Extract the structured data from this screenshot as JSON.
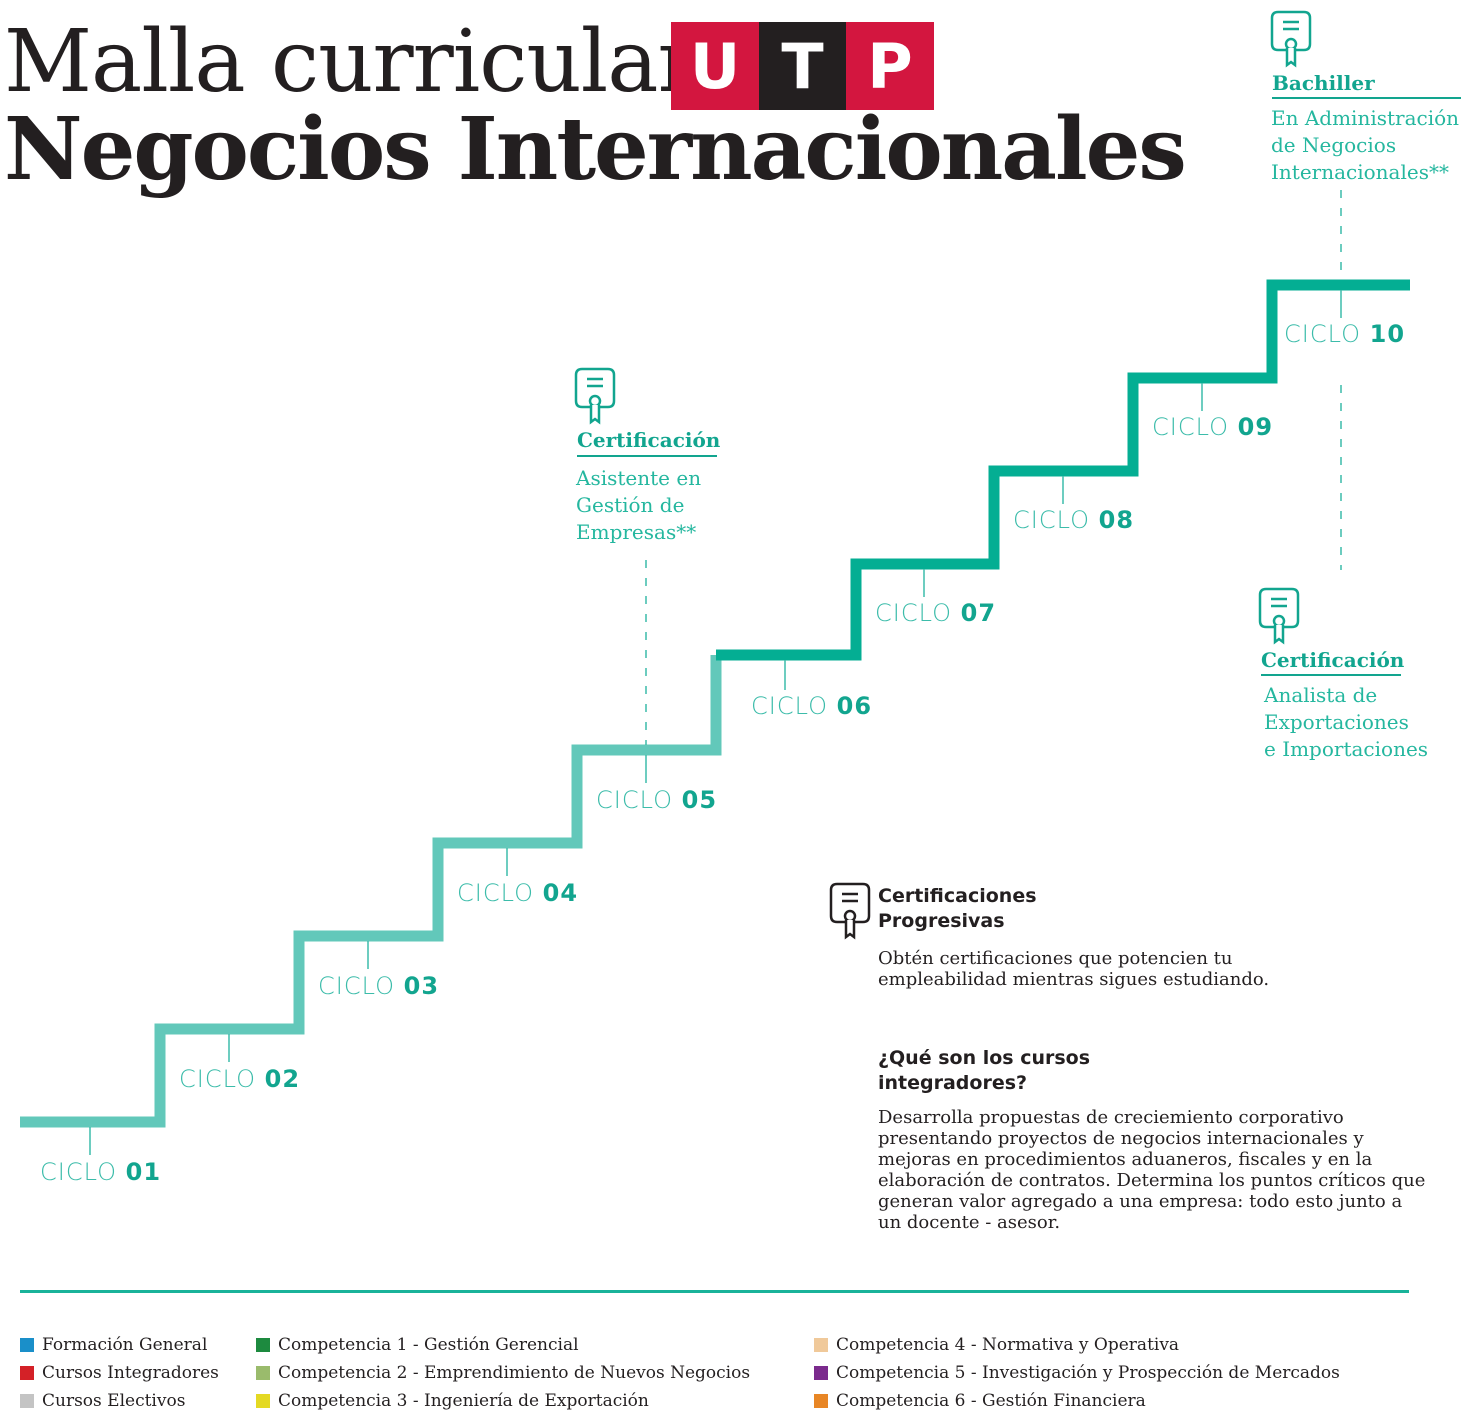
{
  "header": {
    "title_line1": "Malla curricular",
    "title_line2": "Negocios Internacionales",
    "logo_letters": [
      "U",
      "T",
      "P"
    ]
  },
  "cycles": [
    {
      "word": "CICLO",
      "num": "01"
    },
    {
      "word": "CICLO",
      "num": "02"
    },
    {
      "word": "CICLO",
      "num": "03"
    },
    {
      "word": "CICLO",
      "num": "04"
    },
    {
      "word": "CICLO",
      "num": "05"
    },
    {
      "word": "CICLO",
      "num": "06"
    },
    {
      "word": "CICLO",
      "num": "07"
    },
    {
      "word": "CICLO",
      "num": "08"
    },
    {
      "word": "CICLO",
      "num": "09"
    },
    {
      "word": "CICLO",
      "num": "10"
    }
  ],
  "certs": {
    "c5": {
      "heading": "Certificación",
      "lines": [
        "Asistente en",
        "Gestión de",
        "Empresas**"
      ]
    },
    "bachiller": {
      "heading": "Bachiller",
      "lines": [
        "En Administración",
        "de Negocios",
        "Internacionales**"
      ]
    },
    "c10": {
      "heading": "Certificación",
      "lines": [
        "Analista de",
        "Exportaciones",
        "e Importaciones"
      ]
    }
  },
  "info": {
    "progresivas_title": [
      "Certificaciones",
      "Progresivas"
    ],
    "progresivas_body": [
      "Obtén certificaciones que potencien tu",
      "empleabilidad mientras sigues estudiando."
    ],
    "integradores_title": [
      "¿Qué son los cursos",
      "integradores?"
    ],
    "integradores_body": [
      "Desarrolla propuestas de creciemiento corporativo",
      "presentando proyectos de negocios internacionales y",
      "mejoras en procedimientos aduaneros, fiscales y en la",
      "elaboración de contratos. Determina los puntos críticos que",
      "generan valor agregado a una empresa: todo esto junto a",
      "un docente - asesor."
    ]
  },
  "legend": {
    "col1": [
      {
        "label": "Formación General",
        "color": "#1a8fc9"
      },
      {
        "label": "Cursos Integradores",
        "color": "#d42127"
      },
      {
        "label": "Cursos Electivos",
        "color": "#c4c4c4"
      }
    ],
    "col2": [
      {
        "label": "Competencia 1 - Gestión Gerencial",
        "color": "#1d8a3f"
      },
      {
        "label": "Competencia 2 - Emprendimiento de Nuevos Negocios",
        "color": "#9abb6c"
      },
      {
        "label": "Competencia 3 - Ingeniería de Exportación",
        "color": "#e4d923"
      }
    ],
    "col3": [
      {
        "label": "Competencia 4 - Normativa y Operativa",
        "color": "#f0c99a"
      },
      {
        "label": "Competencia 5 - Investigación y Prospección de Mercados",
        "color": "#7b2a8d"
      },
      {
        "label": "Competencia 6 - Gestión Financiera",
        "color": "#e88625"
      }
    ]
  },
  "colors": {
    "stair_light": "#62c8ba",
    "stair_dark": "#04ae93",
    "accent_text": "#12a58f"
  }
}
